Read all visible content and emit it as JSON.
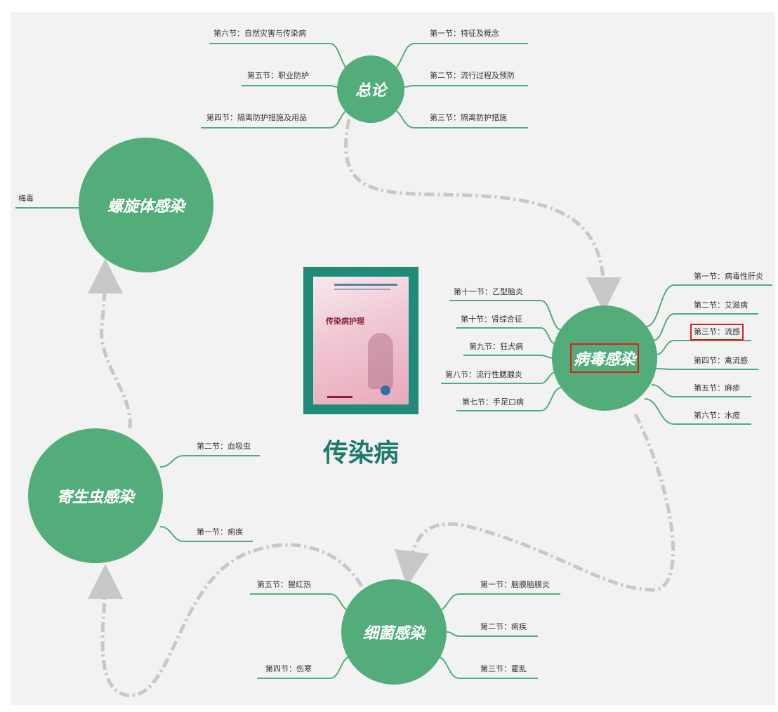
{
  "center": {
    "title": "传染病",
    "book": {
      "cover_title": "传染病护理"
    }
  },
  "hubs": {
    "general": {
      "label": "总论"
    },
    "viral": {
      "label": "病毒感染"
    },
    "bacterial": {
      "label": "细菌感染"
    },
    "parasitic": {
      "label": "寄生虫感染"
    },
    "spirochete": {
      "label": "螺旋体感染"
    }
  },
  "branches": {
    "general_left": [
      "第六节：自然灾害与传染病",
      "第五节：职业防护",
      "第四节：隔离防护措施及用品"
    ],
    "general_right": [
      "第一节：特征及概念",
      "第二节：流行过程及预防",
      "第三节：隔离防护措施"
    ],
    "viral_left": [
      "第十一节：乙型脑炎",
      "第十节：肾综合征",
      "第九节：狂犬病",
      "第八节：流行性腮腺炎",
      "第七节：手足口病"
    ],
    "viral_right": [
      "第一节：病毒性肝炎",
      "第二节：艾滋病",
      "第三节：流感",
      "第四节：禽流感",
      "第五节：麻疹",
      "第六节：水痘"
    ],
    "bacterial_left": [
      "第五节：猩红热",
      "第四节：伤寒"
    ],
    "bacterial_right": [
      "第一节：脑膜脑膜炎",
      "第二节：痢疾",
      "第三节：霍乱"
    ],
    "parasitic_right": [
      "第二节：血吸虫",
      "第一节：痢疾"
    ],
    "spirochete_left": [
      "梅毒"
    ]
  },
  "highlight": {
    "hub": "viral",
    "item": "第三节：流感"
  },
  "colors": {
    "hub_fill": "#52ad7b",
    "branch_line": "#52ad7b",
    "arrow": "#c8c8c8",
    "highlight_border": "#d9201f",
    "title_text": "#1e7a6a",
    "book_frame": "#1e8c79"
  }
}
